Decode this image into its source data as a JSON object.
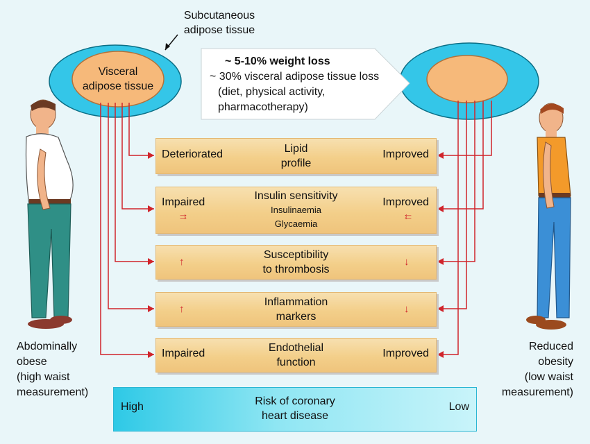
{
  "tissue": {
    "subcutaneous_label": [
      "Subcutaneous",
      "adipose tissue"
    ],
    "visceral_label": [
      "Visceral",
      "adipose tissue"
    ]
  },
  "callout": {
    "title": "~ 5-10% weight loss",
    "lines": [
      "~ 30% visceral adipose tissue loss",
      "(diet, physical activity,",
      "pharmacotherapy)"
    ]
  },
  "rows": [
    {
      "title_lines": [
        "Lipid",
        "profile"
      ],
      "left": "Deteriorated",
      "right": "Improved"
    },
    {
      "title_lines": [
        "Insulin sensitivity"
      ],
      "sub_lines": [
        "Insulinaemia",
        "Glycaemia"
      ],
      "left": "Impaired",
      "right": "Improved",
      "left_arrows": "↑↑",
      "right_arrows": "↓↓"
    },
    {
      "title_lines": [
        "Susceptibility",
        "to thrombosis"
      ],
      "left_arrows": "↑",
      "right_arrows": "↓"
    },
    {
      "title_lines": [
        "Inflammation",
        "markers"
      ],
      "left_arrows": "↑",
      "right_arrows": "↓"
    },
    {
      "title_lines": [
        "Endothelial",
        "function"
      ],
      "left": "Impaired",
      "right": "Improved"
    }
  ],
  "risk": {
    "title_lines": [
      "Risk of coronary",
      "heart disease"
    ],
    "left": "High",
    "right": "Low"
  },
  "left_person": {
    "caption_lines": [
      "Abdominally",
      "obese",
      "(high waist",
      "measurement)"
    ],
    "shirt": "#ffffff",
    "pants": "#2f8f86",
    "shoes": "#8b3a2e"
  },
  "right_person": {
    "caption_lines": [
      "Reduced",
      "obesity",
      "(low waist",
      "measurement)"
    ],
    "shirt": "#f39a2a",
    "pants": "#3b8fd6",
    "shoes": "#9b4a1e"
  },
  "colors": {
    "connector": "#d0242b",
    "outer_ring": "#34c6e8",
    "inner_fat": "#f6b97a",
    "row_fill": "#f3cf8a"
  }
}
